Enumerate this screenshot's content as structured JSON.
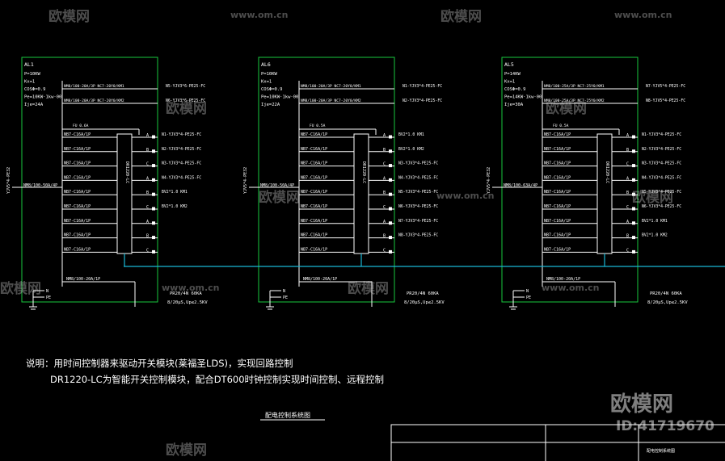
{
  "watermark": {
    "brand": "欧模网",
    "url": "www.om.cn",
    "id": "ID:41719670"
  },
  "panels": [
    {
      "name": "AL1",
      "params": [
        "P=10KW",
        "Kx=1",
        "COSΦ=0.9",
        "Pe=10KW·1kw·00",
        "Ije=24A"
      ],
      "feed": "YJV5*4-PE32",
      "main_breaker": "NM8/100-50A/4P",
      "top_breakers": [
        "NM8/100-20A/3P NC7-20Y0/KM1",
        "NM8/100-20A/3P NC7-20Y0/KM2"
      ],
      "top_circuits": [
        "N5-YJV3*6-PE25-FC",
        "N6-YJV3*6-PE25-FC"
      ],
      "fuse": "FU 0.6A",
      "branches": [
        "NB7-C16A/1P",
        "NB7-C16A/1P",
        "NB7-C16A/1P",
        "NB7-C16A/1P",
        "NB7-C16A/1P",
        "NB7-C16A/1P",
        "NB7-C16A/1P",
        "NB7-C16A/1P",
        "NB7-C16A/1P"
      ],
      "phases": [
        "A",
        "B",
        "C",
        "A",
        "B",
        "C",
        "A",
        "B",
        "C"
      ],
      "circuits": [
        "N1-YJV3*4-PE25-FC",
        "N2-YJV3*4-PE25-FC",
        "N3-YJV3*4-PE25-FC",
        "N4-YJV3*4-PE25-FC",
        "BV2*1.0   KM1",
        "BV2*1.0   KM2",
        "",
        "",
        ""
      ],
      "spd_breaker": "NM8/100-20A/1P",
      "spd": "PR20/4N 60KA",
      "spd2": "8/20μS,Up≤2.5KV"
    },
    {
      "name": "AL6",
      "params": [
        "P=10KW",
        "Kx=1",
        "COSΦ=0.9",
        "Pe=10KW·1kw·00",
        "Ije=22A"
      ],
      "feed": "YJV5*4-PE32",
      "main_breaker": "NM8/100-50A/4P",
      "top_breakers": [
        "NM8/100-20A/3P NC7-20Y0/KM1",
        "NM8/100-20A/3P NC7-20Y0/KM2"
      ],
      "top_circuits": [
        "N1-YJV3*4-PE25-FC",
        "N2-YJV3*4-PE25-FC"
      ],
      "fuse": "FU 0.5A",
      "branches": [
        "NB7-C16A/1P",
        "NB7-C16A/1P",
        "NB7-C16A/1P",
        "NB7-C16A/1P",
        "NB7-C16A/1P",
        "NB7-C16A/1P",
        "NB7-C16A/1P",
        "NB7-C16A/1P",
        "NB7-C16A/1P"
      ],
      "phases": [
        "A",
        "B",
        "C",
        "A",
        "B",
        "C",
        "A",
        "B",
        "C"
      ],
      "circuits": [
        "BV2*1.0   KM1",
        "BV2*1.0   KM2",
        "N3-YJV3*4-PE25-FC",
        "N4-YJV3*4-PE25-FC",
        "N5-YJV3*4-PE25-FC",
        "N6-YJV3*4-PE25-FC",
        "N7-YJV3*4-PE25-FC",
        "N8-YJV3*4-PE25-FC",
        ""
      ],
      "spd_breaker": "NM8/100-20A/1P",
      "spd": "PR20/4N 60KA",
      "spd2": "8/20μS,Up≤2.5KV"
    },
    {
      "name": "AL5",
      "params": [
        "P=14KW",
        "Kx=1",
        "COSΦ=0.9",
        "Pe=14KW·1kw·00",
        "Ije=30A"
      ],
      "feed": "YJV5*4-PE32",
      "main_breaker": "NM8/100-63A/4P",
      "top_breakers": [
        "NM8/100-25A/3P NC7-25Y0/KM1",
        "NM8/100-25A/3P NC7-25Y0/KM2"
      ],
      "top_circuits": [
        "N7-YJV5*4-PE25-FC",
        "N8-YJV5*4-PE25-FC"
      ],
      "fuse": "FU 0.5A",
      "branches": [
        "NB7-C16A/1P",
        "NB7-C16A/1P",
        "NB7-C16A/1P",
        "NB7-C16A/1P",
        "NB7-C16A/1P",
        "NB7-C16A/1P",
        "NB7-C16A/1P",
        "NB7-C16A/1P",
        "NB7-C16A/1P"
      ],
      "phases": [
        "A",
        "B",
        "C",
        "A",
        "B",
        "C",
        "A",
        "B",
        "C"
      ],
      "circuits": [
        "N1-YJV3*4-PE25-FC",
        "N2-YJV3*4-PE25-FC",
        "N3-YJV3*4-PE25-FC",
        "N4-YJV3*4-PE25-FC",
        "N5-YJV3*4-PE25-FC",
        "N6-YJV3*4-PE25-FC",
        "BV2*1.0   KM1",
        "BV2*1.0   KM2",
        ""
      ],
      "spd_breaker": "NM8/100-20A/1P",
      "spd": "PR20/4N 60KA",
      "spd2": "8/20μS,Up≤2.5KV"
    }
  ],
  "module_label": "DR1220-LC",
  "ground_labels": {
    "n": "N",
    "pe": "PE"
  },
  "notes": {
    "line1": "说明：用时间控制器来驱动开关模块(莱福圣LDS)，实现回路控制",
    "line2": "DR1220-LC为智能开关控制模块，配合DT600时钟控制实现时间控制、远程控制"
  },
  "drawing_title": "配电控制系统图",
  "title_block": {
    "label": "配电控制系统图"
  },
  "colors": {
    "frame": "#17c93e",
    "bus": "#19b8d6",
    "line": "#ffffff",
    "label": "#ffffff"
  }
}
